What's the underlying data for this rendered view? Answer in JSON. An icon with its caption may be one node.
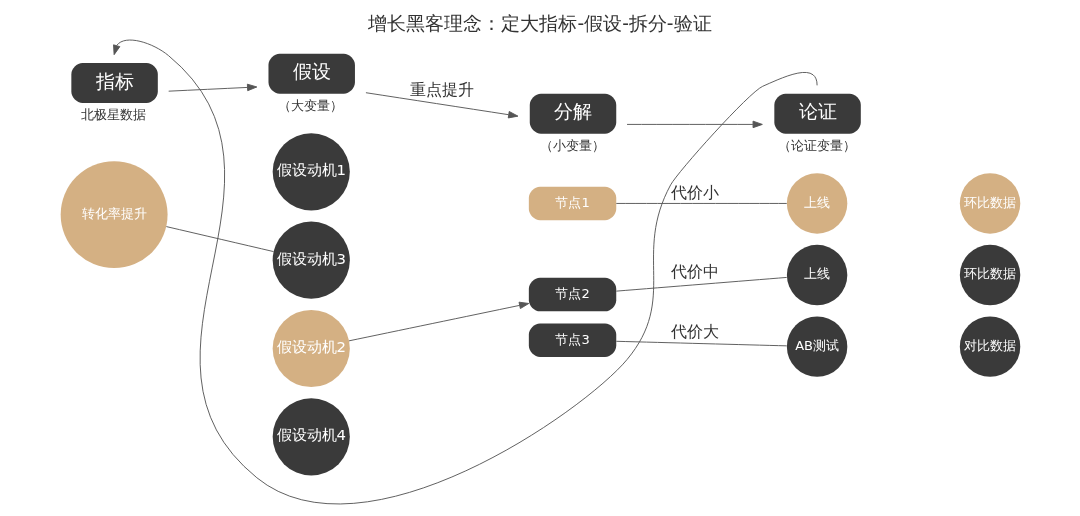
{
  "diagram": {
    "title": "增长黑客理念：定大指标-假设-拆分-验证",
    "nodes": [
      {
        "text": [
          "指标"
        ],
        "beside": [
          "北极星数据"
        ]
      },
      {
        "text": [
          "假设"
        ],
        "beside": [
          "（大变量）"
        ]
      },
      {
        "text": [
          "分解"
        ],
        "beside": [
          "（小变量）"
        ]
      },
      {
        "text": [
          "论证"
        ],
        "beside": [
          "（论证变量）"
        ]
      },
      {
        "text": [
          "转化率提升"
        ]
      },
      {
        "text": [
          "假设动机1"
        ]
      },
      {
        "text": [
          "假设动机3"
        ]
      },
      {
        "text": [
          "假设动机2"
        ]
      },
      {
        "text": [
          "假设动机4"
        ]
      },
      {
        "text": [
          "节点1"
        ]
      },
      {
        "text": [
          "上线"
        ]
      },
      {
        "text": [
          "环比数据"
        ]
      },
      {
        "text": [
          "节点2"
        ]
      },
      {
        "text": [
          "上线"
        ]
      },
      {
        "text": [
          "环比数据"
        ]
      },
      {
        "text": [
          "节点3"
        ]
      },
      {
        "text": [
          "AB测试"
        ]
      },
      {
        "text": [
          "对比数据"
        ]
      }
    ],
    "edges": [
      {
        "from": 0,
        "to": 1,
        "arrow": "to"
      },
      {
        "from": 1,
        "to": 2,
        "arrow": "to",
        "label": "重点提升"
      },
      {
        "from": 2,
        "to": 3,
        "arrow": "to"
      },
      {
        "from": 3,
        "to": 0,
        "arrow": "to"
      },
      {
        "from": 4,
        "to": 6,
        "arrow": "none"
      },
      {
        "from": 7,
        "to": 12,
        "arrow": "to"
      },
      {
        "from": 9,
        "to": 10,
        "arrow": "none",
        "label": "代价小"
      },
      {
        "from": 12,
        "to": 13,
        "arrow": "none",
        "label": "代价中"
      },
      {
        "from": 15,
        "to": 16,
        "arrow": "none",
        "label": "代价大"
      }
    ]
  }
}
